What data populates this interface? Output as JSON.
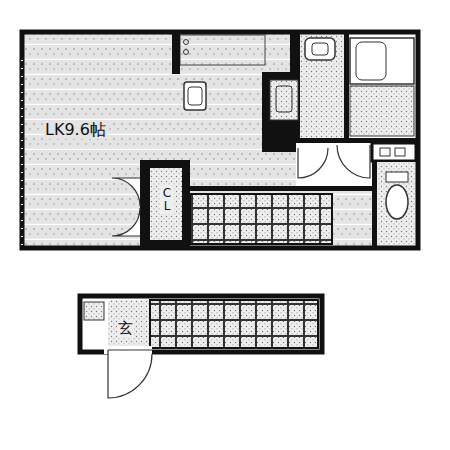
{
  "diagram": {
    "labels": [
      "LK9.6帖",
      "CL",
      "玄"
    ]
  }
}
